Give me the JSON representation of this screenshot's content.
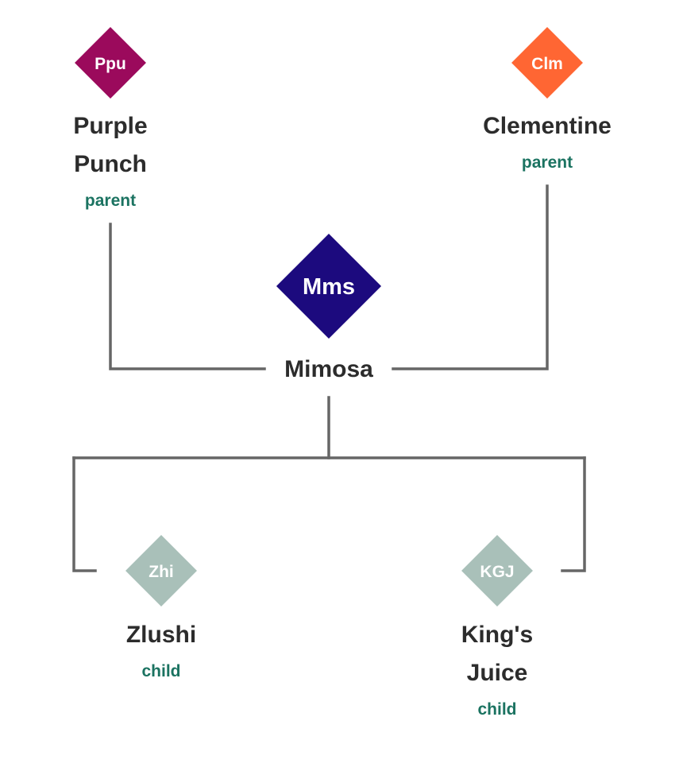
{
  "colors": {
    "connector": "#666666",
    "role": "#1b7361",
    "name": "#2c2c2c",
    "badge_text": "#ffffff"
  },
  "center": {
    "abbr": "Mms",
    "name": "Mimosa",
    "color": "#1c0a7e"
  },
  "parents": [
    {
      "abbr": "Ppu",
      "name_lines": [
        "Purple",
        "Punch"
      ],
      "role": "parent",
      "color": "#9b0a5c"
    },
    {
      "abbr": "Clm",
      "name_lines": [
        "Clementine"
      ],
      "role": "parent",
      "color": "#ff6633"
    }
  ],
  "children": [
    {
      "abbr": "Zhi",
      "name_lines": [
        "Zlushi"
      ],
      "role": "child",
      "color": "#a9c0b9"
    },
    {
      "abbr": "KGJ",
      "name_lines": [
        "King's",
        "Juice"
      ],
      "role": "child",
      "color": "#a9c0b9"
    }
  ]
}
